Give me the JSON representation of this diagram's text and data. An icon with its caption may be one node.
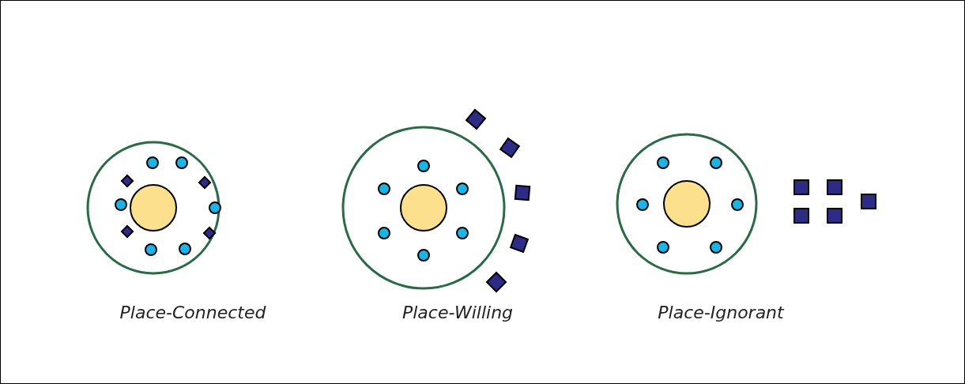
{
  "diagram": {
    "labels": [
      "Place-Connected",
      "Place-Willing",
      "Place-Ignorant"
    ]
  }
}
